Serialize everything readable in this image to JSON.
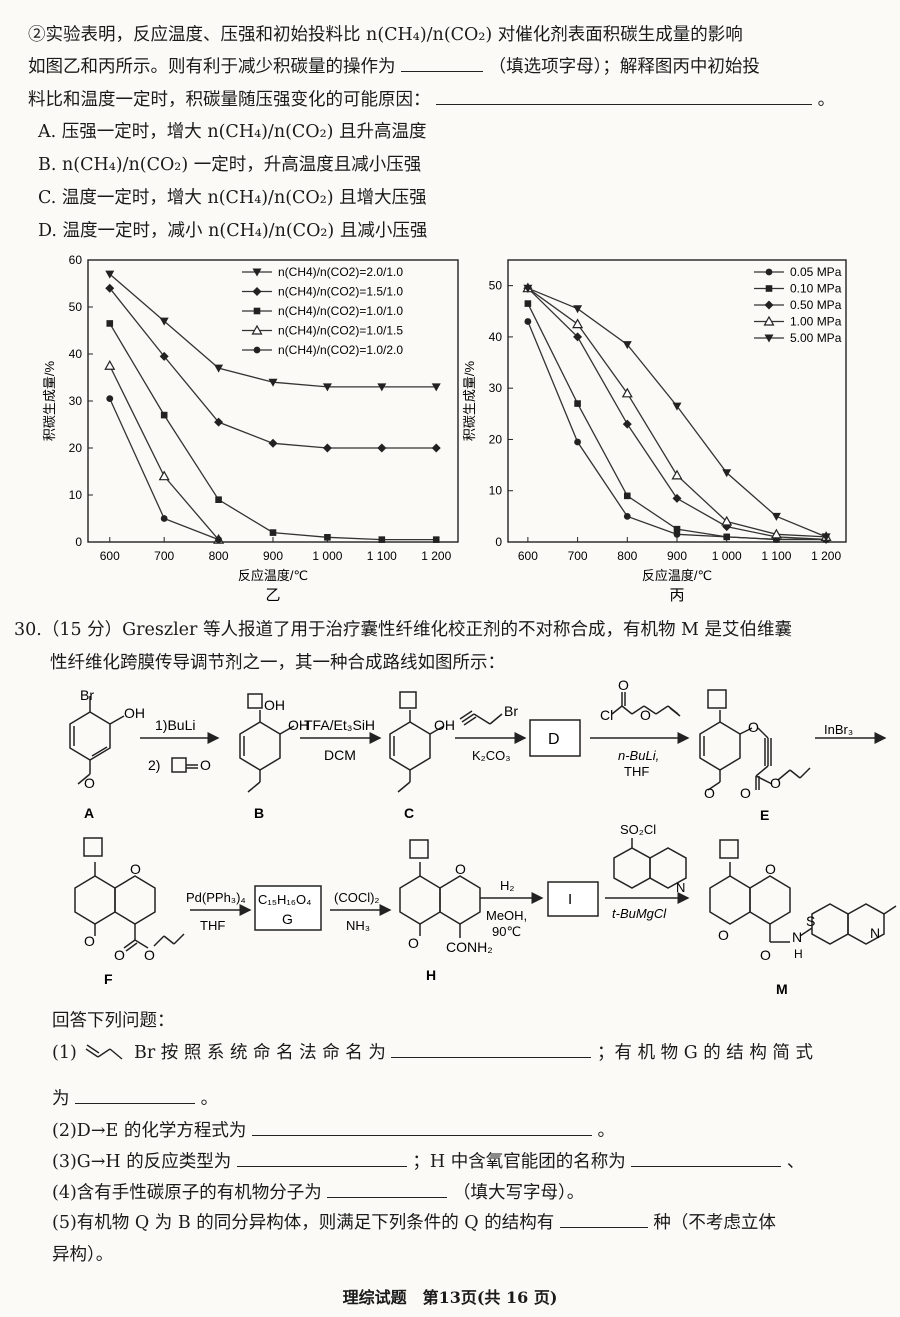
{
  "intro": {
    "line1": "②实验表明，反应温度、压强和初始投料比 n(CH₄)/n(CO₂) 对催化剂表面积碳生成量的影响",
    "line2_a": "如图乙和丙所示。则有利于减少积碳量的操作为",
    "line2_b": "（填选项字母）；解释图丙中初始投",
    "line3": "料比和温度一定时，积碳量随压强变化的可能原因：",
    "line3_end": "。"
  },
  "options": [
    "A. 压强一定时，增大 n(CH₄)/n(CO₂) 且升高温度",
    "B. n(CH₄)/n(CO₂) 一定时，升高温度且减小压强",
    "C. 温度一定时，增大 n(CH₄)/n(CO₂) 且增大压强",
    "D. 温度一定时，减小 n(CH₄)/n(CO₂) 且减小压强"
  ],
  "chart_data": [
    {
      "type": "line",
      "caption": "乙",
      "xlabel": "反应温度/℃",
      "ylabel": "积碳生成量/%",
      "ylim": [
        0,
        60
      ],
      "x": [
        600,
        700,
        800,
        900,
        1000,
        1100,
        1200
      ],
      "xticks": [
        "600",
        "700",
        "800",
        "900",
        "1 000",
        "1 100",
        "1 200"
      ],
      "yticks": [
        "0",
        "10",
        "20",
        "30",
        "40",
        "50",
        "60"
      ],
      "legend_position": "top-right",
      "series": [
        {
          "name": "n(CH4)/n(CO2)=2.0/1.0",
          "marker": "tri-down",
          "values": [
            57,
            47,
            37,
            34,
            33,
            33,
            33
          ]
        },
        {
          "name": "n(CH4)/n(CO2)=1.5/1.0",
          "marker": "diamond",
          "values": [
            54,
            39.5,
            25.5,
            21,
            20,
            20,
            20
          ]
        },
        {
          "name": "n(CH4)/n(CO2)=1.0/1.0",
          "marker": "square",
          "values": [
            46.5,
            27,
            9,
            2,
            1,
            0.5,
            0.5
          ]
        },
        {
          "name": "n(CH4)/n(CO2)=1.0/1.5",
          "marker": "tri-up-open",
          "values": [
            37.5,
            14,
            0.5,
            null,
            null,
            null,
            null
          ]
        },
        {
          "name": "n(CH4)/n(CO2)=1.0/2.0",
          "marker": "circle",
          "values": [
            30.5,
            5,
            0.5,
            null,
            null,
            null,
            null
          ]
        }
      ]
    },
    {
      "type": "line",
      "caption": "丙",
      "xlabel": "反应温度/℃",
      "ylabel": "积碳生成量/%",
      "ylim": [
        0,
        55
      ],
      "x": [
        600,
        700,
        800,
        900,
        1000,
        1100,
        1200
      ],
      "xticks": [
        "600",
        "700",
        "800",
        "900",
        "1 000",
        "1 100",
        "1 200"
      ],
      "yticks": [
        "0",
        "10",
        "20",
        "30",
        "40",
        "50"
      ],
      "legend_position": "top-right",
      "series": [
        {
          "name": "0.05 MPa",
          "marker": "circle",
          "values": [
            43,
            19.5,
            5,
            1.5,
            1,
            0.5,
            0.5
          ]
        },
        {
          "name": "0.10 MPa",
          "marker": "square",
          "values": [
            46.5,
            27,
            9,
            2.5,
            1,
            0.5,
            0.5
          ]
        },
        {
          "name": "0.50 MPa",
          "marker": "diamond",
          "values": [
            49.5,
            40,
            23,
            8.5,
            3,
            1,
            0.5
          ]
        },
        {
          "name": "1.00 MPa",
          "marker": "tri-up-open",
          "values": [
            49.5,
            42.5,
            29,
            13,
            4,
            1.5,
            1
          ]
        },
        {
          "name": "5.00 MPa",
          "marker": "tri-down",
          "values": [
            49.5,
            45.5,
            38.5,
            26.5,
            13.5,
            5,
            1
          ]
        }
      ]
    }
  ],
  "q30": {
    "line1": "30.（15 分）Greszler 等人报道了用于治疗囊性纤维化校正剂的不对称合成，有机物 M 是艾伯维囊",
    "line2": "性纤维化跨膜传导调节剂之一，其一种合成路线如图所示："
  },
  "scheme": {
    "labels": [
      "A",
      "B",
      "C",
      "E",
      "F",
      "H",
      "M"
    ],
    "arrow1_top": "1)BuLi",
    "arrow1_bottom": "2)",
    "arrow2_top": "TFA/Et₃SiH",
    "arrow2_bottom": "DCM",
    "arrow3_bottom": "K₂CO₃",
    "reagent3_atom": "Br",
    "box_D": "D",
    "arrow4_bottom1": "n-BuLi,",
    "arrow4_bottom2": "THF",
    "reagent4_atoms": [
      "Cl",
      "O",
      "O"
    ],
    "arrow5_top": "InBr₃",
    "arrow6_top": "Pd(PPh₃)₄",
    "arrow6_bottom": "THF",
    "box_G_formula": "C₁₅H₁₆O₄",
    "box_G": "G",
    "arrow7_top": "(COCl)₂",
    "arrow7_bottom": "NH₃",
    "arrow8_top": "H₂",
    "arrow8_bottom1": "MeOH,",
    "arrow8_bottom2": "90℃",
    "box_I": "I",
    "arrow9_bottom": "t-BuMgCl",
    "reagent9_group": "SO₂Cl",
    "reagent9_atom": "N",
    "atoms": {
      "Br": "Br",
      "OH": "OH",
      "O": "O",
      "CONH2": "CONH₂",
      "N": "N",
      "H": "H",
      "S": "S",
      "NH": "N"
    }
  },
  "answer": {
    "heading": "回答下列问题：",
    "q1_a": "(1)",
    "q1_br": "Br",
    "q1_b": "按 照 系 统 命 名 法 命 名 为",
    "q1_c": "；有 机 物 G 的 结 构 简 式",
    "q1_d": "为",
    "q1_e": "。",
    "q2": "(2)D→E 的化学方程式为",
    "q2_end": "。",
    "q3_a": "(3)G→H 的反应类型为",
    "q3_b": "；H 中含氧官能团的名称为",
    "q3_end": "、",
    "q4_a": "(4)含有手性碳原子的有机物分子为",
    "q4_b": "（填大写字母）。",
    "q5_a": "(5)有机物 Q 为 B 的同分异构体，则满足下列条件的 Q 的结构有",
    "q5_b": "种（不考虑立体",
    "q5_c": "异构）。"
  },
  "footer": "理综试题　第13页(共 16 页)"
}
